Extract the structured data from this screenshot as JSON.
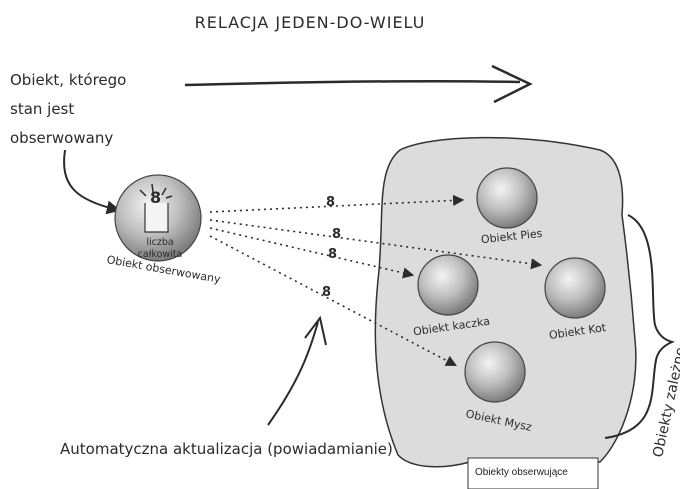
{
  "title": "RELACJA JEDEN-DO-WIELU",
  "subject_note": [
    "Obiekt, którego",
    "stan jest",
    "obserwowany"
  ],
  "subject": {
    "label": "Obiekt obserwowany",
    "value_label": [
      "liczba",
      "całkowita"
    ],
    "value_glyph": "8"
  },
  "observers": [
    {
      "label": "Obiekt Pies",
      "value_glyph": "8"
    },
    {
      "label": "Obiekt Kot",
      "value_glyph": "8"
    },
    {
      "label": "Obiekt kaczka",
      "value_glyph": "8"
    },
    {
      "label": "Obiekt Mysz",
      "value_glyph": "8"
    }
  ],
  "dependents_label": "Obiekty zależne",
  "observers_box_label": "Obiekty obserwujące",
  "update_note": "Automatyczna aktualizacja (powiadamianie)",
  "colors": {
    "blob_fill": "#dcdcdc",
    "sphere_light": "#f2f2f2",
    "sphere_dark": "#8a8a8a",
    "ink": "#2b2b2b"
  }
}
